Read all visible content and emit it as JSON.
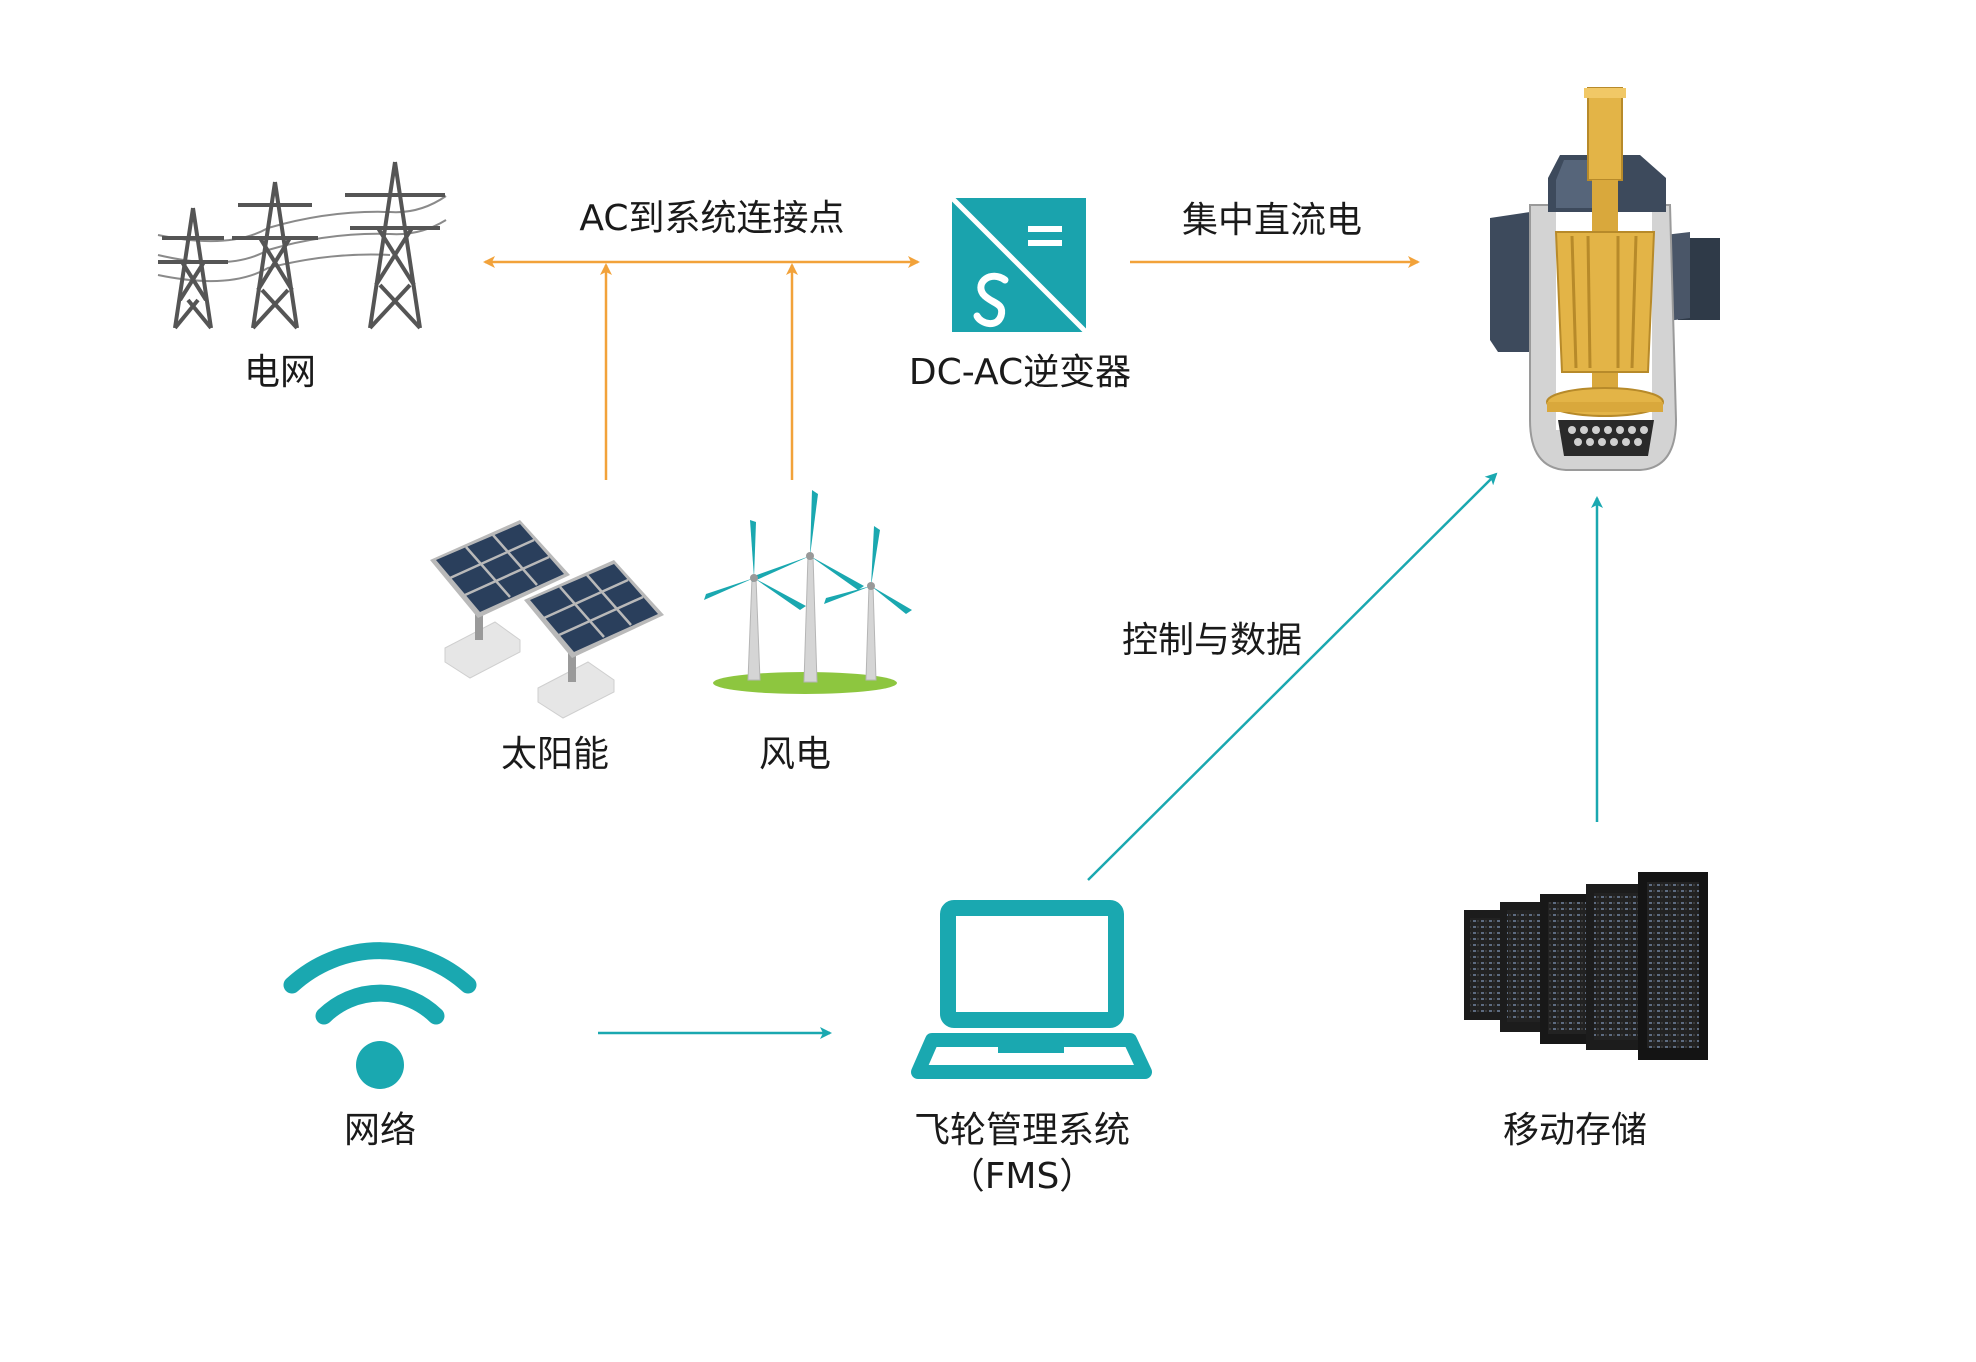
{
  "nodes": {
    "grid": "电网",
    "inverter": "DC-AC逆变器",
    "solar": "太阳能",
    "wind": "风电",
    "network": "网络",
    "fms_line1": "飞轮管理系统",
    "fms_line2": "（FMS）",
    "storage": "移动存储"
  },
  "edges": {
    "ac_connection": "AC到系统连接点",
    "dc_bus": "集中直流电",
    "control_data": "控制与数据"
  },
  "colors": {
    "power_flow": "#f2a23a",
    "data_flow": "#1aa8b0",
    "inverter_bg": "#1aa3ad",
    "flywheel_gold": "#e3b447",
    "flywheel_body": "#c9c9c9",
    "flywheel_cap": "#3d4a5c",
    "grass": "#8dc63f",
    "tower": "#555555",
    "rack": "#1c1c1c"
  },
  "icons": {
    "grid": "power-tower-icon",
    "inverter": "dc-ac-inverter-icon",
    "flywheel": "flywheel-icon",
    "solar": "solar-panel-icon",
    "wind": "wind-turbine-icon",
    "network": "wifi-icon",
    "fms": "laptop-icon",
    "storage": "server-rack-icon"
  }
}
